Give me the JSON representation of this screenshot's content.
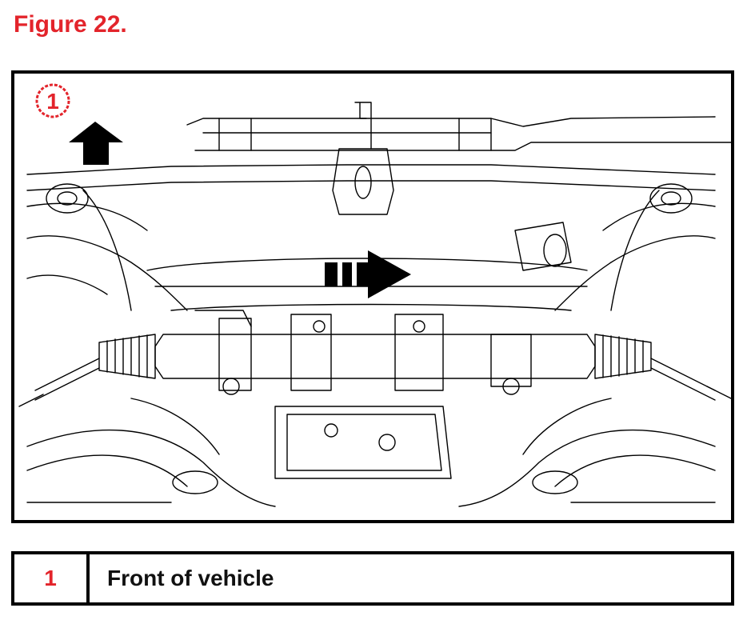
{
  "figure": {
    "title": "Figure 22."
  },
  "diagram": {
    "callout_label": "1",
    "icons": [
      "up-arrow-icon",
      "right-arrow-icon"
    ]
  },
  "legend": {
    "rows": [
      {
        "number": "1",
        "description": "Front of vehicle"
      }
    ]
  },
  "colors": {
    "title": "#e3242b",
    "callout": "#e3242b",
    "line": "#000000"
  }
}
